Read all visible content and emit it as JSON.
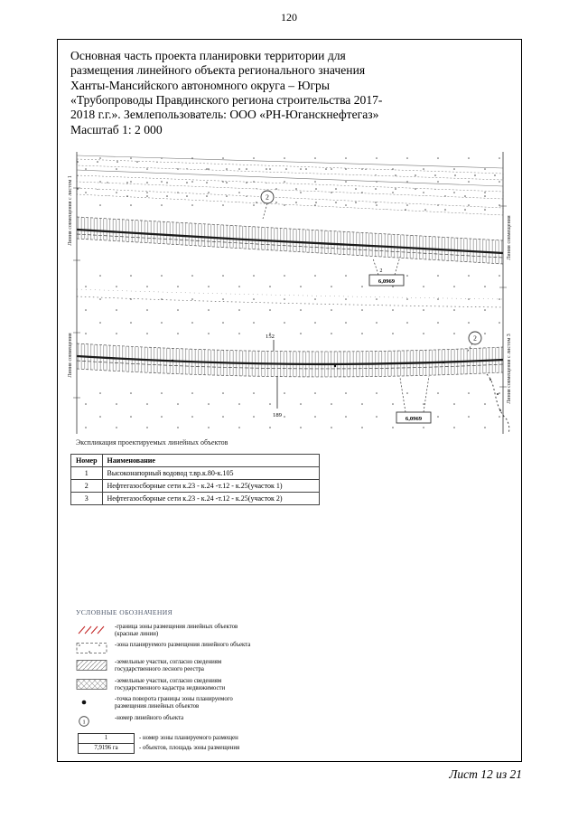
{
  "page": {
    "number": "120",
    "footer": "Лист 12 из 21"
  },
  "title": {
    "text": "Основная часть проекта планировки территории для\nразмещения линейного объекта регионального значения\nХанты-Мансийского автономного округа – Югры\n«Трубопроводы Правдинского региона строительства 2017-\n2018 г.г.». Землепользователь: ООО «РН-Юганскнефтегаз»\nМасштаб 1: 2 000"
  },
  "map": {
    "caption": "Экспликация проектируемых линейных объектов",
    "labels": {
      "upper_circle": "2",
      "upper_box_tag": "2",
      "upper_box": "6,0969",
      "lower_circle": "2",
      "lower_box": "6,0969",
      "point_152": "152",
      "point_189": "189"
    },
    "edge_labels": {
      "left_top": "Линия совмещения с листом 1",
      "left_bottom": "Линия совмещения",
      "right_top": "Линия совмещения",
      "right_bottom": "Линия совмещения с листом 3"
    }
  },
  "table": {
    "headers": {
      "num": "Номер",
      "name": "Наименование"
    },
    "rows": [
      {
        "num": "1",
        "name": "Высоконапорный водовод т.вр.к.80-к.105"
      },
      {
        "num": "2",
        "name": "Нефтегазосборные сети к.23 - к.24 -т.12 - к.25(участок 1)"
      },
      {
        "num": "3",
        "name": "Нефтегазосборные сети к.23 - к.24 -т.12 - к.25(участок 2)"
      }
    ]
  },
  "legend": {
    "title": "УСЛОВНЫЕ ОБОЗНАЧЕНИЯ",
    "accent_red": "#c22222",
    "items": [
      {
        "icon": "red-lines",
        "text": "-граница зоны размещения линейных объектов (красные линии)"
      },
      {
        "icon": "dotted-zone",
        "text": "-зона планируемого размещения линейного объекта"
      },
      {
        "icon": "forest-parcel-hatch",
        "text": "-земельные участки, согласно сведениям государственного лесного реестра"
      },
      {
        "icon": "cadastre-parcel-hatch",
        "text": "-земельные участки, согласно сведениям государственного кадастра недвижимости"
      },
      {
        "icon": "turn-point-dot",
        "text": "-точка поворота границы зоны планируемого размещения линейных объектов"
      },
      {
        "icon": "object-number-circle",
        "symbol_number": "1",
        "text": "-номер линейного объекта"
      }
    ],
    "zone_table": {
      "row1_symbol": "1",
      "row1_text": "- номер зоны планируемого размещен",
      "row2_symbol": "7,9196 га",
      "row2_text": "- объектов, площадь зоны размещения"
    }
  }
}
